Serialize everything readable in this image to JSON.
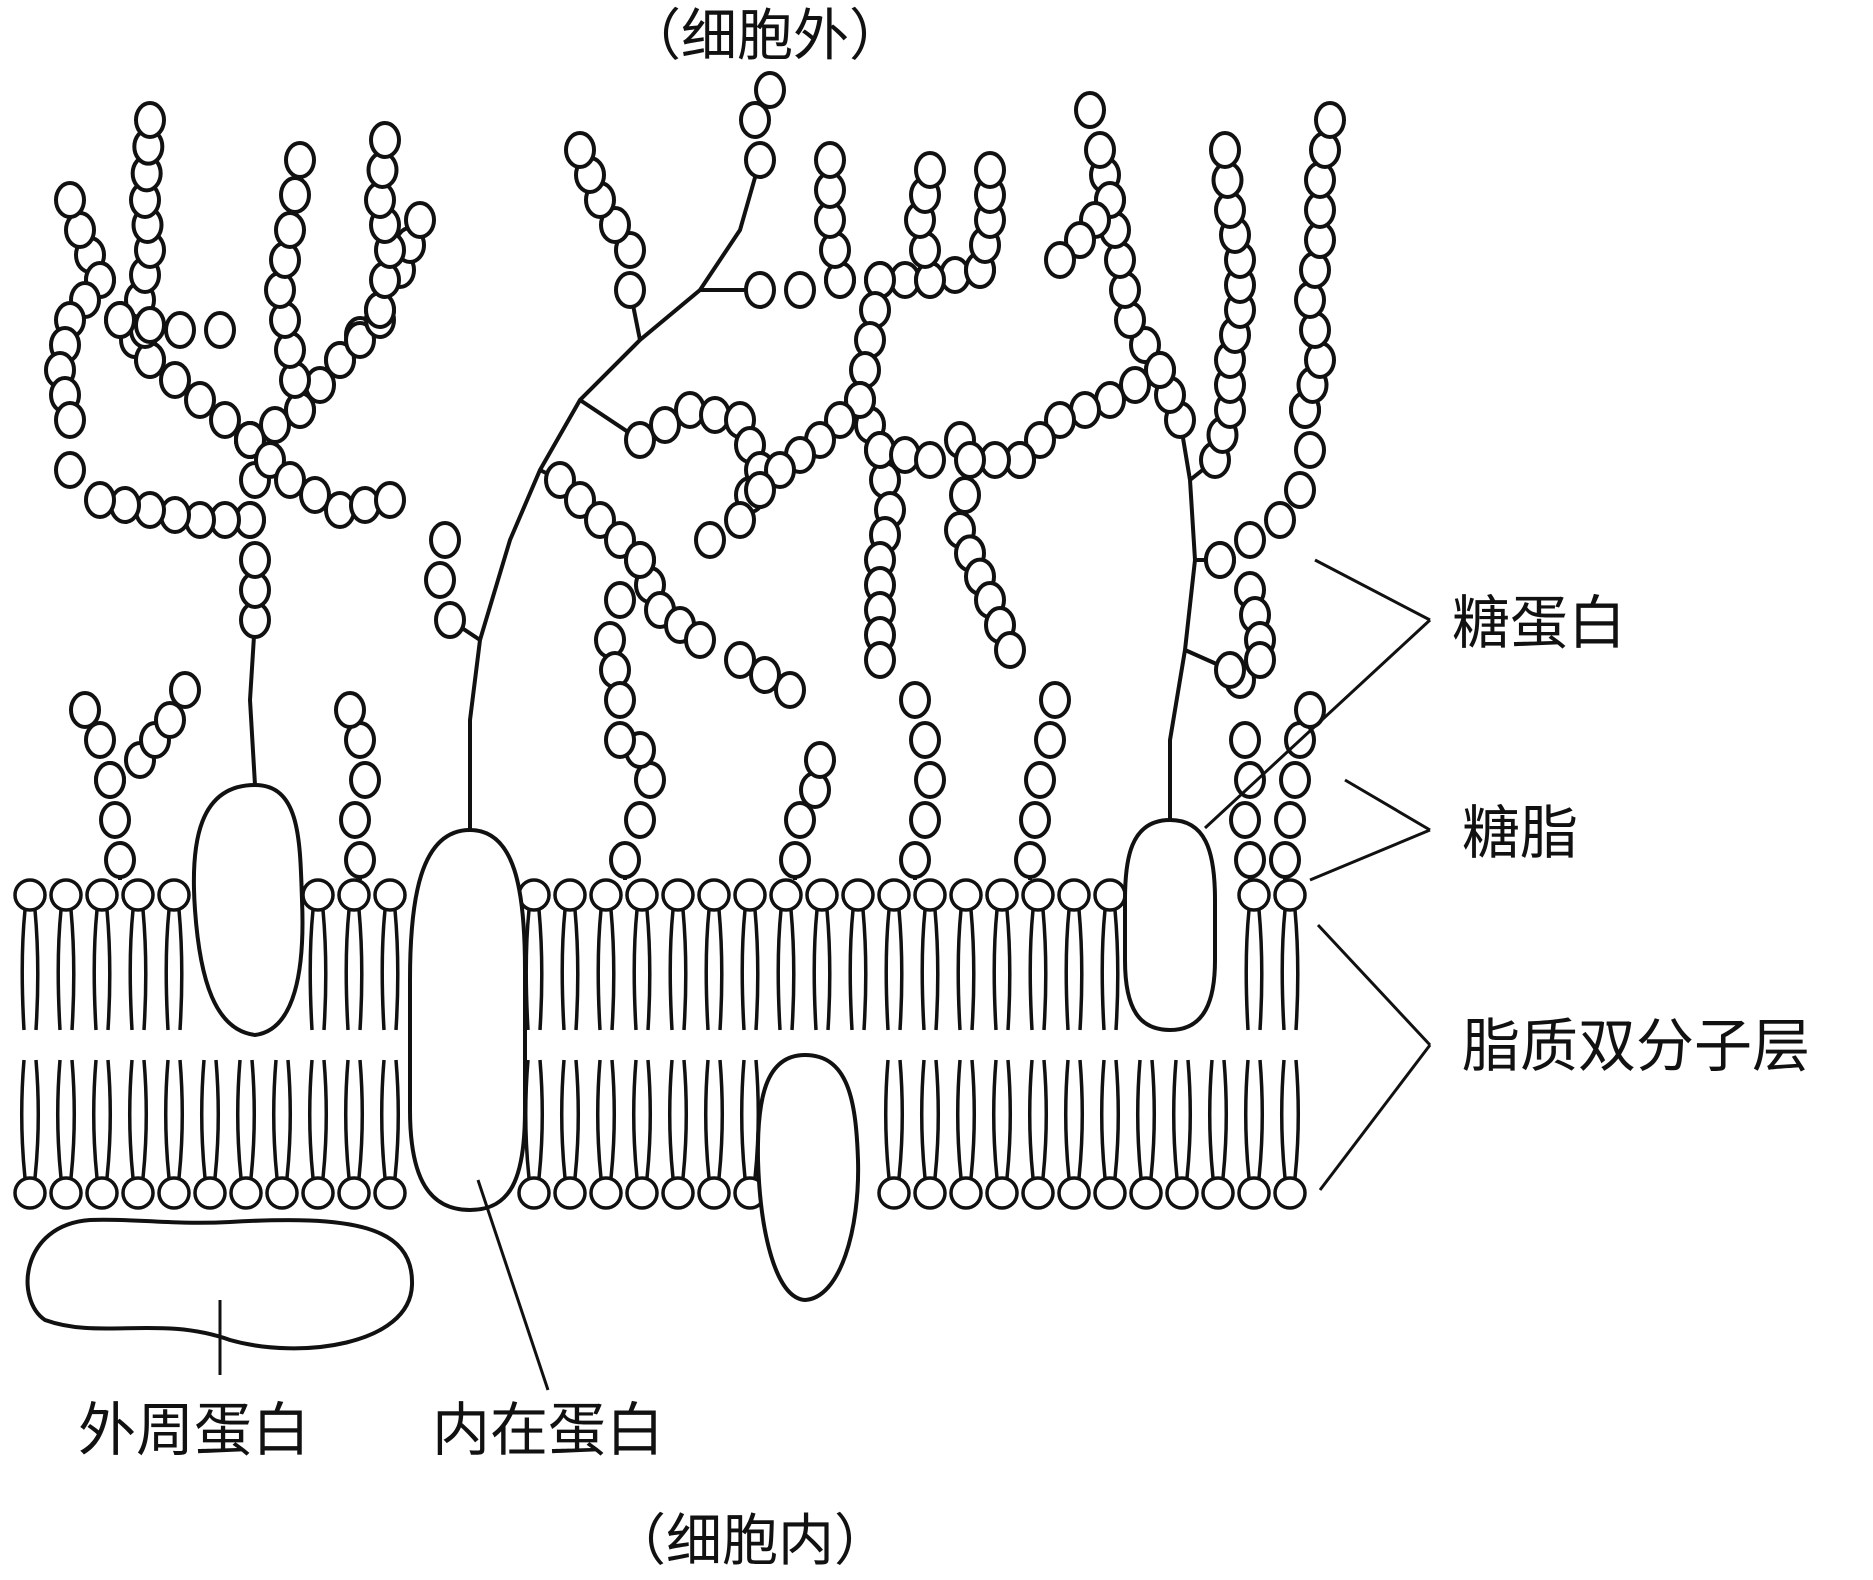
{
  "labels": {
    "extracellular": "（细胞外）",
    "intracellular": "（细胞内）",
    "glycoprotein": "糖蛋白",
    "glycolipid": "糖脂",
    "lipid_bilayer": "脂质双分子层",
    "peripheral_protein": "外周蛋白",
    "integral_protein": "内在蛋白"
  },
  "colors": {
    "stroke": "#111111",
    "fill": "#ffffff",
    "text": "#111111"
  }
}
